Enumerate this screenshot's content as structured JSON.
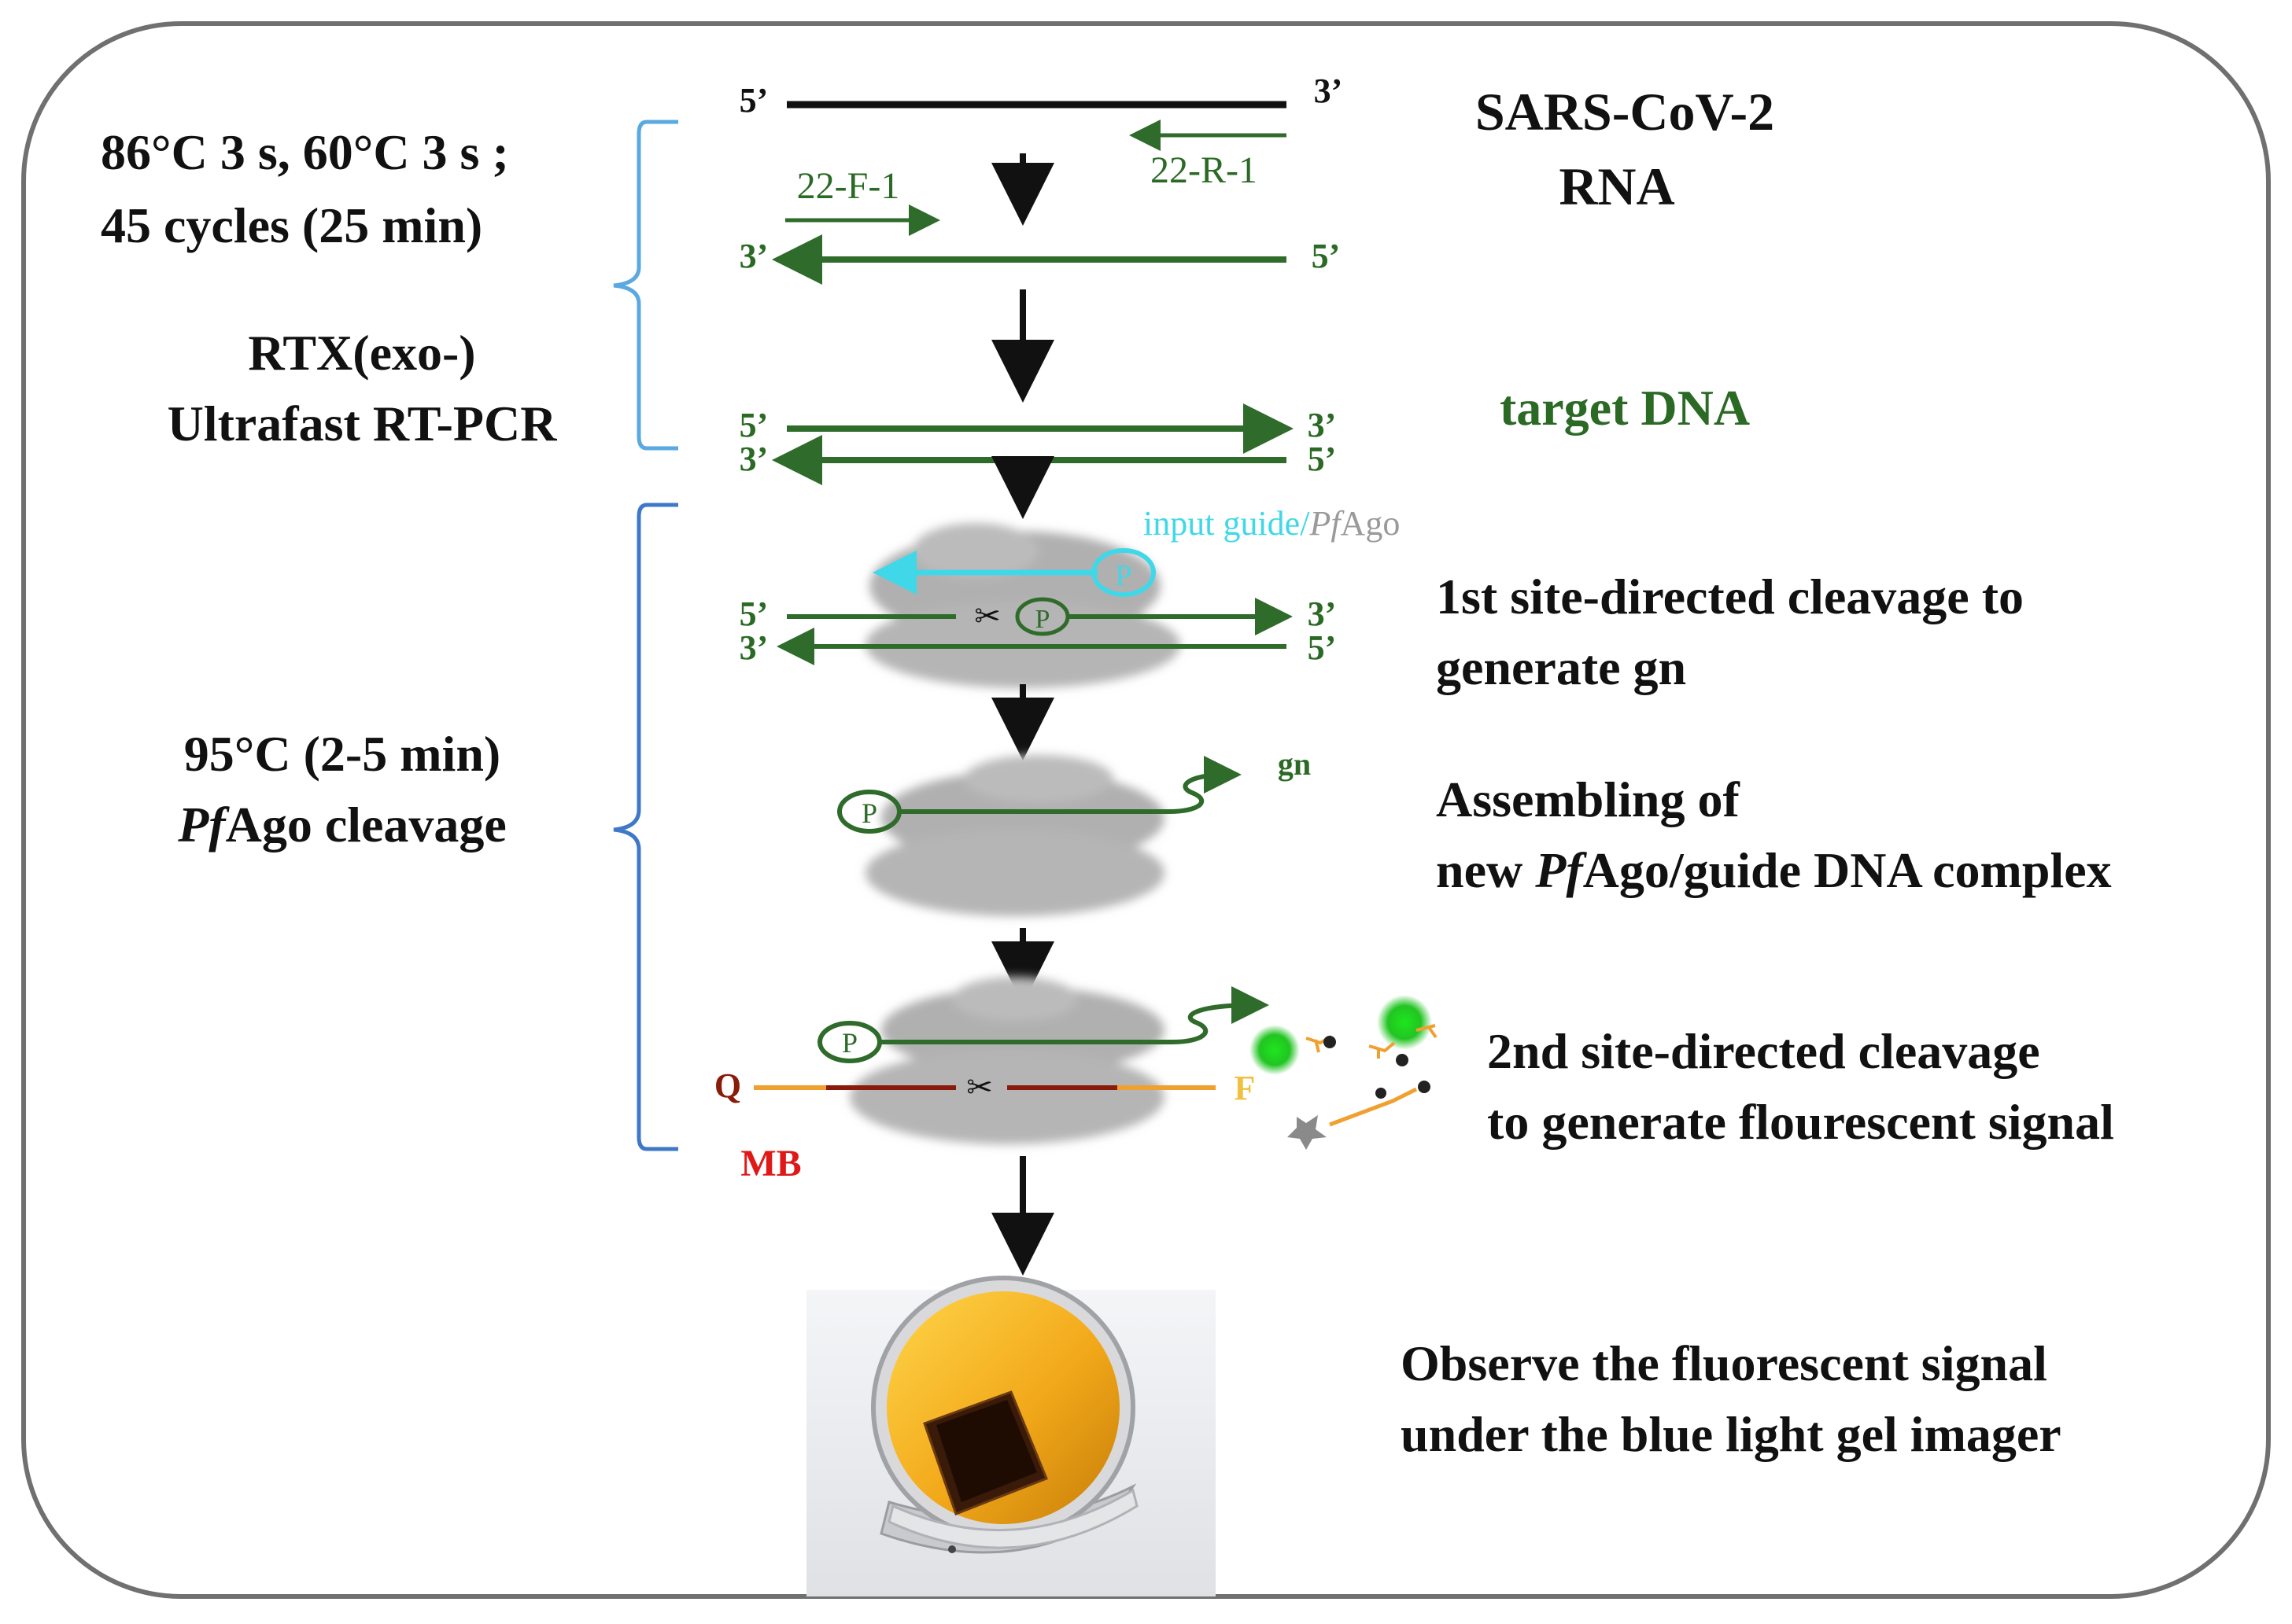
{
  "colors": {
    "black": "#111111",
    "dark_green": "#2f6b2a",
    "green_text": "#2b6a25",
    "light_blue_bracket": "#5aa9e0",
    "blue_bracket": "#3f78c8",
    "cyan": "#40d8e8",
    "grey_label": "#9a9a9a",
    "red_label": "#e01818",
    "orange_line": "#f0a030",
    "dark_red_line": "#8a1a0a",
    "fluor_green": "#22c422",
    "protein_grey": "#b0b0b0",
    "frame_border": "#707070"
  },
  "conditions": {
    "pcr_line1": "86°C 3 s, 60°C 3 s ;",
    "pcr_line2": "45 cycles (25 min)",
    "rtx_line1": "RTX(exo-)",
    "rtx_line2": "Ultrafast RT-PCR",
    "pfago_line1": "95°C (2-5 min)",
    "pfago_italic": "Pf",
    "pfago_rest": "Ago cleavage"
  },
  "strands": {
    "five_prime": "5’",
    "three_prime": "3’",
    "forward_primer": "22-F-1",
    "reverse_primer": "22-R-1",
    "phosphate": "P",
    "gn": "gn",
    "quencher": "Q",
    "fluorophore": "F",
    "mb": "MB",
    "input_guide": "input guide/",
    "input_guide_italic": "Pf",
    "input_guide_rest": "Ago"
  },
  "steps": {
    "rna_line1": "SARS-CoV-2",
    "rna_line2": "RNA",
    "target_dna": "target DNA",
    "cleave1_line1": "1st site-directed cleavage to",
    "cleave1_line2": "generate gn",
    "assemble_line1": "Assembling of",
    "assemble_line2_pre": "new ",
    "assemble_line2_italic": "Pf",
    "assemble_line2_post": "Ago/guide DNA complex",
    "cleave2_line1": "2nd  site-directed cleavage",
    "cleave2_line2": "to generate flourescent signal",
    "observe_line1": "Observe the fluorescent signal",
    "observe_line2": "under the blue light gel imager"
  }
}
